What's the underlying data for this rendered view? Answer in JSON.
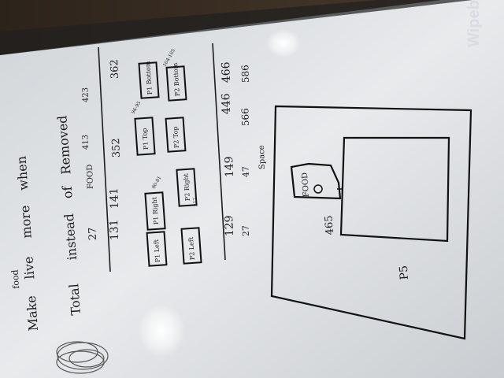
{
  "brand": {
    "name": "Wipebook"
  },
  "notes": {
    "line1": [
      "Make",
      "food",
      "live",
      "more",
      "when"
    ],
    "line2": [
      "Total",
      "instead",
      "of",
      "Removed"
    ],
    "food_label": "FOOD",
    "space_label": "Space",
    "food_totals": [
      "413",
      "423"
    ],
    "rows": {
      "top": [
        "27",
        "131",
        "141",
        "352",
        "362"
      ],
      "bottom": [
        "129",
        "149",
        "446",
        "466",
        "27",
        "47",
        "566",
        "586"
      ]
    },
    "cards": [
      "P1 Left",
      "P1 Right",
      "P1 Top",
      "P1 Bottom",
      "P2 Left",
      "P2 Right",
      "P2 Top",
      "P2 Bottom"
    ],
    "card_notes": [
      "212",
      "80-81",
      "94-95",
      "104-105"
    ]
  },
  "diagram": {
    "food_box_label": "FOOD",
    "left_value": "465",
    "corner_value": "P5"
  }
}
